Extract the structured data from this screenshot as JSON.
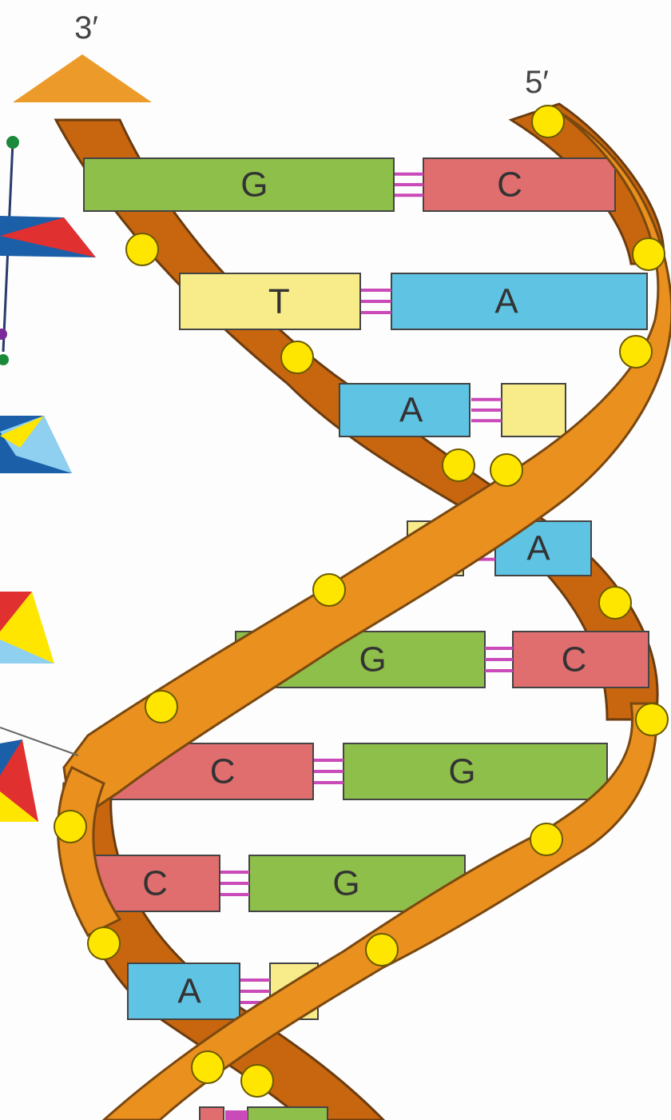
{
  "ends": {
    "left": "3′",
    "right": "5′"
  },
  "colors": {
    "G": "#8dbf4a",
    "C": "#e06e6e",
    "A": "#5fc3e4",
    "T": "#f7eb8a",
    "backbone_front": "#e9901e",
    "backbone_back": "#c7660e",
    "phosphate": "#ffe600",
    "bond": "#c94ab8",
    "arrow": "#ec9a2a"
  },
  "base_pairs": [
    {
      "left": "G",
      "right": "C",
      "left_label": "G",
      "right_label": "C"
    },
    {
      "left": "T",
      "right": "A",
      "left_label": "T",
      "right_label": "A"
    },
    {
      "left": "A",
      "right": "T",
      "left_label": "A",
      "right_label": ""
    },
    {
      "left": "T",
      "right": "A",
      "left_label": "",
      "right_label": "A"
    },
    {
      "left": "G",
      "right": "C",
      "left_label": "G",
      "right_label": "C"
    },
    {
      "left": "C",
      "right": "G",
      "left_label": "C",
      "right_label": "G"
    },
    {
      "left": "C",
      "right": "G",
      "left_label": "C",
      "right_label": "G"
    },
    {
      "left": "A",
      "right": "T",
      "left_label": "A",
      "right_label": ""
    },
    {
      "left": "C",
      "right": "G",
      "left_label": "",
      "right_label": ""
    }
  ],
  "side_icons": [
    "molecule-stick-icon",
    "pyramid-blue-icon",
    "pyramid-yellow-icon",
    "pyramid-red-icon"
  ]
}
